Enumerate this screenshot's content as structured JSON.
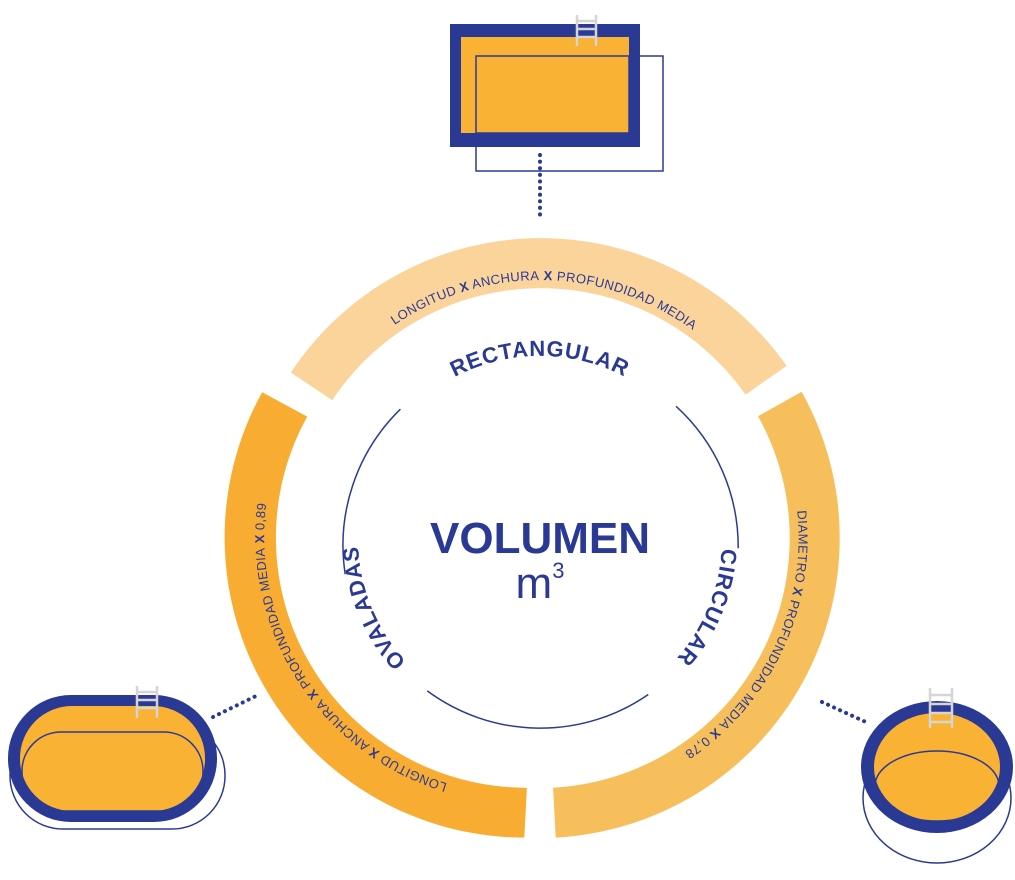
{
  "colors": {
    "navy": "#2a3a94",
    "yellow": "#f9b233",
    "ring_top": "#fbd49b",
    "ring_right": "#f6bf5b",
    "ring_left": "#f8ad32",
    "ladder": "#d5d5d5",
    "background": "#ffffff"
  },
  "center": {
    "title": "VOLUMEN",
    "unit": "m",
    "superscript": "3"
  },
  "segments": {
    "rectangular": {
      "title": "RECTANGULAR",
      "formula": [
        "LONGITUD",
        "X",
        "ANCHURA",
        "X",
        "PROFUNDIDAD MEDIA"
      ],
      "icon": "rectangular-pool-icon"
    },
    "circular": {
      "title": "CIRCULAR",
      "formula": [
        "DIAMETRO",
        "X",
        "PROFUNDIDAD MEDIA",
        "X",
        "0,78"
      ],
      "icon": "circular-pool-icon"
    },
    "ovaladas": {
      "title": "OVALADAS",
      "formula": [
        "LONGITUD",
        "X",
        "ANCHURA",
        "X",
        "PROFUNDIDAD MEDIA",
        "X",
        "0,89"
      ],
      "icon": "oval-pool-icon"
    }
  }
}
